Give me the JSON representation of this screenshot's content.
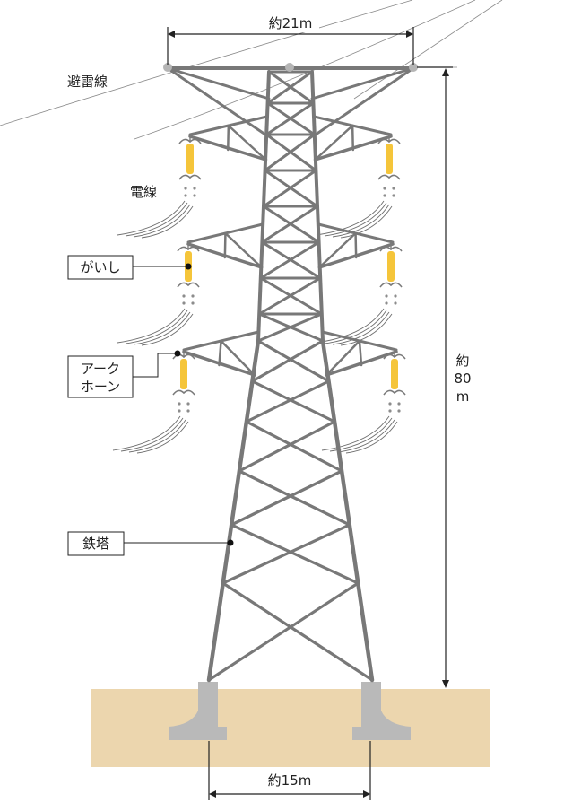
{
  "labels": {
    "ground_wire": "避雷線",
    "conductor": "電線",
    "insulator": "がいし",
    "arc_horn_line1": "アーク",
    "arc_horn_line2": "ホーン",
    "tower": "鉄塔"
  },
  "dimensions": {
    "top_width": "約21m",
    "height_line1": "約",
    "height_line2": "80",
    "height_line3": "m",
    "base_width": "約15m"
  },
  "colors": {
    "steel": "#787878",
    "steel_light": "#9a9a9a",
    "insulator": "#f5c53a",
    "ground": "#ecd6ae",
    "foundation": "#b9b9b9",
    "wire": "#6e6e6e",
    "dimension": "#222222",
    "marker": "#111111"
  }
}
